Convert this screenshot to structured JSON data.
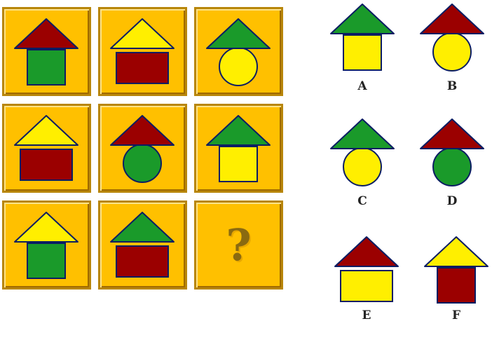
{
  "colors": {
    "red": "#9b0000",
    "green": "#1a9a2a",
    "yellow": "#ffef00",
    "cell_bg": "#ffc000",
    "outline": "#0b1d63"
  },
  "matrix": {
    "cells": [
      {
        "roof": "red",
        "body": "square",
        "body_color": "green"
      },
      {
        "roof": "yellow",
        "body": "rect",
        "body_color": "red"
      },
      {
        "roof": "green",
        "body": "circle",
        "body_color": "yellow"
      },
      {
        "roof": "yellow",
        "body": "rect",
        "body_color": "red"
      },
      {
        "roof": "red",
        "body": "circle",
        "body_color": "green"
      },
      {
        "roof": "green",
        "body": "square",
        "body_color": "yellow"
      },
      {
        "roof": "yellow",
        "body": "square",
        "body_color": "green"
      },
      {
        "roof": "green",
        "body": "rect",
        "body_color": "red"
      },
      {
        "missing": true
      }
    ],
    "missing_symbol": "?"
  },
  "options": [
    {
      "label": "A",
      "roof": "green",
      "body": "square",
      "body_color": "yellow"
    },
    {
      "label": "B",
      "roof": "red",
      "body": "circle",
      "body_color": "yellow"
    },
    {
      "label": "C",
      "roof": "green",
      "body": "circle",
      "body_color": "yellow"
    },
    {
      "label": "D",
      "roof": "red",
      "body": "circle",
      "body_color": "green"
    },
    {
      "label": "E",
      "roof": "red",
      "body": "rect",
      "body_color": "yellow"
    },
    {
      "label": "F",
      "roof": "yellow",
      "body": "square",
      "body_color": "red"
    }
  ]
}
